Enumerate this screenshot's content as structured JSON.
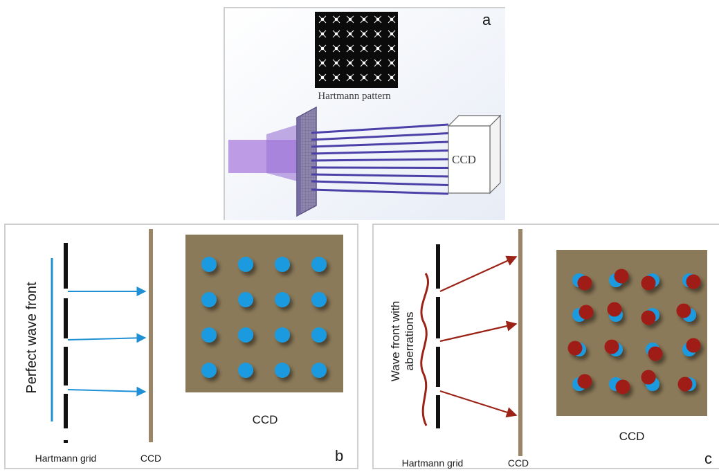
{
  "panel_a": {
    "letter": "a",
    "pattern_label": "Hartmann pattern",
    "ccd_label": "CCD"
  },
  "panel_b": {
    "letter": "b",
    "wavefront_label": "Perfect wave front",
    "ccd_caption": "CCD",
    "grid_label": "Hartmann grid",
    "ccd_bottom_label": "CCD"
  },
  "panel_c": {
    "letter": "c",
    "wavefront_label_line1": "Wave front with",
    "wavefront_label_line2": "aberrations",
    "ccd_caption": "CCD",
    "grid_label": "Hartmann grid",
    "ccd_bottom_label": "CCD"
  },
  "colors": {
    "ccd_fill": "#8b7a59",
    "ccd_bar": "#9a8666",
    "blue_dot": "#1a9ae0",
    "red_dot": "#a01e14",
    "blue_arrow": "#1f8fd6",
    "red_arrow": "#9b2216",
    "purple_beam": "#b58ee0",
    "ray": "#4c3fa8"
  }
}
